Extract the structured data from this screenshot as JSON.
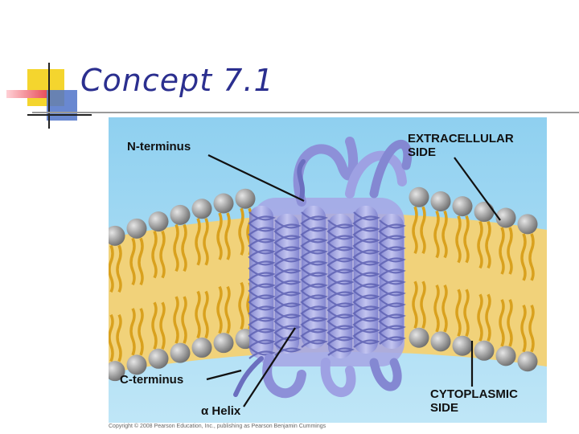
{
  "slide": {
    "title": "Concept 7.1",
    "copyright": "Copyright © 2008 Pearson Education, Inc., publishing as Pearson Benjamin Cummings"
  },
  "diagram": {
    "labels": {
      "n_terminus": "N-terminus",
      "extracellular": "EXTRACELLULAR\nSIDE",
      "c_terminus": "C-terminus",
      "alpha_helix": "α Helix",
      "cytoplasmic": "CYTOPLASMIC\nSIDE"
    },
    "colors": {
      "extracellular_fluid": "#8fd0f0",
      "cytoplasm": "#a9ddf3",
      "phospholipid_head": "#9a9a9a",
      "lipid_tail": "#e8b63a",
      "protein": "#9b9ee0",
      "protein_dark": "#6b6fbf",
      "title_text": "#2b2f8f",
      "accent_yellow": "#f4d52e",
      "accent_red": "#e8505b",
      "accent_blue": "#4f73c9"
    }
  }
}
